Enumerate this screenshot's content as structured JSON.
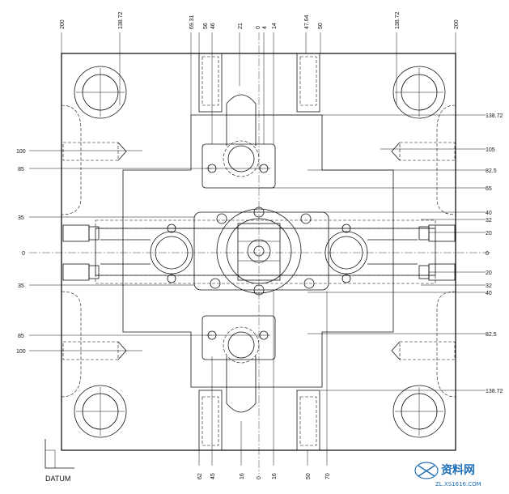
{
  "top_labels": [
    "200",
    "138.72",
    "69.31",
    "56",
    "46",
    "21",
    "0",
    "4",
    "14",
    "47.64",
    "50",
    "138.72",
    "200"
  ],
  "bottom_labels": [
    "62",
    "45",
    "16",
    "0",
    "16",
    "50",
    "70"
  ],
  "left_labels": [
    "100",
    "85",
    "35",
    "0",
    "35",
    "85",
    "100"
  ],
  "right_labels": [
    "138.72",
    "105",
    "82.5",
    "65",
    "40",
    "32",
    "20",
    "0",
    "20",
    "32",
    "40",
    "82.5",
    "138.72"
  ],
  "datum_label": "DATUM",
  "watermark": {
    "main": "资料网",
    "sub": "ZL.XS1616.COM"
  },
  "colors": {
    "line": "#111111",
    "watermark": "#1f6fb5"
  }
}
